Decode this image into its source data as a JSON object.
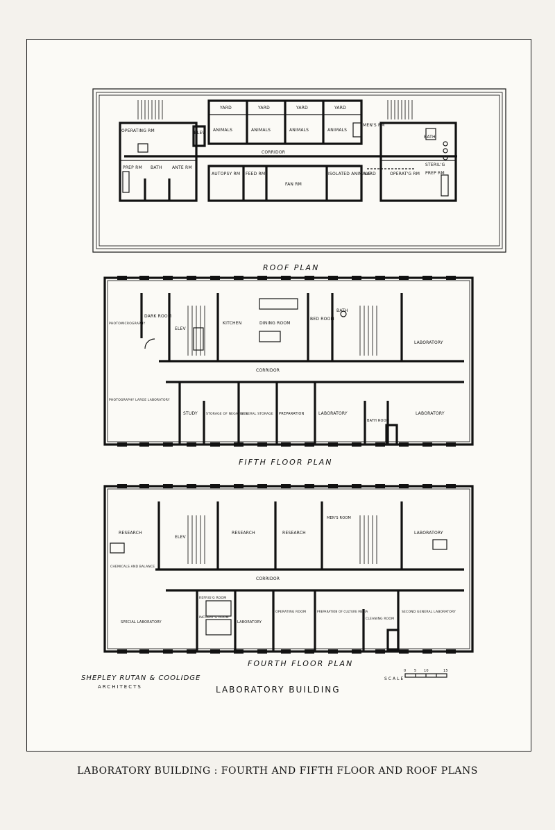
{
  "roof_plan": {
    "title": "ROOF PLAN",
    "rooms": {
      "yard1": "YARD",
      "yard2": "YARD",
      "yard3": "YARD",
      "yard4": "YARD",
      "animals1": "ANIMALS",
      "animals2": "ANIMALS",
      "animals3": "ANIMALS",
      "animals4": "ANIMALS",
      "elev": "ELEV",
      "mens_rm": "MEN'S RM",
      "operating_rm": "OPERATING RM",
      "corridor": "CORRIDOR",
      "bath_left": "BATH",
      "bath_right": "BATH",
      "prep_rm_left": "PREP RM",
      "ante_rm": "ANTE RM",
      "autopsy_rm": "AUTOPSY RM",
      "feed_rm": "FEED RM",
      "fan_rm": "FAN RM",
      "isolated_animals": "ISOLATED ANIMALS",
      "yard5": "YARD",
      "operat_g_rm": "OPERAT'G RM",
      "sterilc": "STERIL'G",
      "prep_rm_right": "PREP RM"
    }
  },
  "fifth_floor": {
    "title": "FIFTH FLOOR PLAN",
    "rooms": {
      "photomicrography": "PHOTOMICROGRAPHY",
      "dark_room": "DARK ROOM",
      "elev": "ELEV",
      "kitchen": "KITCHEN",
      "dining_room": "DINING ROOM",
      "bed_room": "BED ROOM",
      "bath": "BATH",
      "laboratory_right": "LABORATORY",
      "corridor": "CORRIDOR",
      "photography_lab": "PHOTOGRAPHY LARGE LABORATORY",
      "study": "STUDY",
      "storage_negatives": "STORAGE OF NEGATIVES",
      "general_storage": "GENERAL STORAGE",
      "preparation": "PREPARATION",
      "laboratory_mid": "LABORATORY",
      "bath_room": "BATH ROOM",
      "laboratory_se": "LABORATORY"
    }
  },
  "fourth_floor": {
    "title": "FOURTH FLOOR PLAN",
    "rooms": {
      "research_left": "RESEARCH",
      "elev": "ELEV",
      "research_mid": "RESEARCH",
      "research_mid2": "RESEARCH",
      "mens_room": "MEN'S ROOM",
      "laboratory_ne": "LABORATORY",
      "chemicals_balance": "CHEMICALS AND BALANCE",
      "corridor": "CORRIDOR",
      "special_lab": "SPECIAL LABORATORY",
      "refrig_room": "REFRIG'G ROOM",
      "incubat_room": "INCUBAT'G ROOM",
      "laboratory_s": "LABORATORY",
      "operating_room": "OPERATING ROOM",
      "prep_culture": "PREPARATION OF CULTURE MEDIA",
      "cleaning_room": "CLEANING ROOM",
      "second_general": "SECOND GENERAL LABORATORY"
    }
  },
  "architects": "SHEPLEY RUTAN & COOLIDGE",
  "architects_sub": "ARCHITECTS",
  "building_title": "LABORATORY BUILDING",
  "scale": {
    "label": "SCALE",
    "ticks": [
      "0",
      "5",
      "10",
      "15"
    ]
  },
  "caption": "LABORATORY BUILDING : FOURTH AND FIFTH FLOOR AND ROOF PLANS"
}
